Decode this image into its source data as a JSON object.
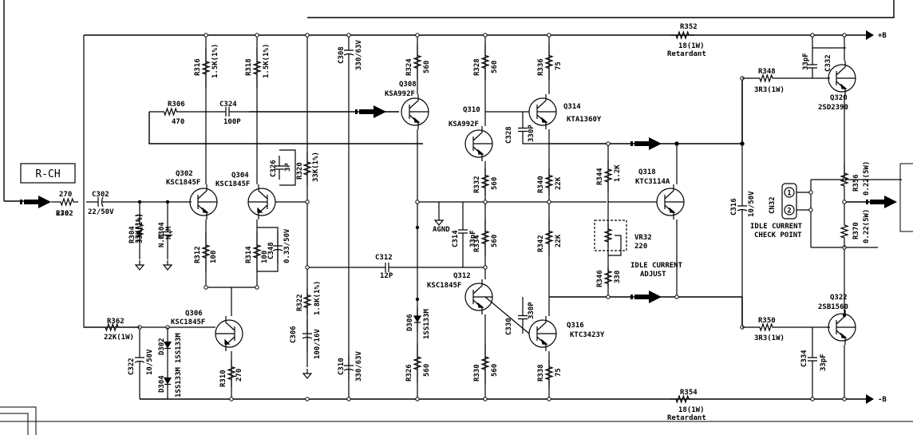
{
  "channel_label": "R-CH",
  "rail_labels": {
    "positive": "+B",
    "negative": "-B"
  },
  "components": [
    {
      "id": "r302",
      "ref": "R302",
      "value": "270"
    },
    {
      "id": "c302",
      "ref": "C302",
      "value": "22/50V"
    },
    {
      "id": "r304",
      "ref": "R304",
      "value": "33K(1%)"
    },
    {
      "id": "c304",
      "ref": "C304",
      "value": "N.M"
    },
    {
      "id": "r306",
      "ref": "R306",
      "value": "470"
    },
    {
      "id": "c324",
      "ref": "C324",
      "value": "100P"
    },
    {
      "id": "r316",
      "ref": "R316",
      "value": "1.5K(1%)"
    },
    {
      "id": "r318",
      "ref": "R318",
      "value": "1.5K(1%)"
    },
    {
      "id": "q302",
      "ref": "Q302",
      "value": "KSC1845F"
    },
    {
      "id": "q304",
      "ref": "Q304",
      "value": "KSC1845F"
    },
    {
      "id": "r312",
      "ref": "R312",
      "value": "100"
    },
    {
      "id": "r314",
      "ref": "R314",
      "value": "100"
    },
    {
      "id": "c348",
      "ref": "C348",
      "value": "0.33/50V"
    },
    {
      "id": "c326",
      "ref": "C326",
      "value": "3P"
    },
    {
      "id": "r320",
      "ref": "R320",
      "value": "33K(1%)"
    },
    {
      "id": "q306",
      "ref": "Q306",
      "value": "KSC1845F"
    },
    {
      "id": "r362",
      "ref": "R362",
      "value": "22K(1W)"
    },
    {
      "id": "c322",
      "ref": "C322",
      "value": "10/50V"
    },
    {
      "id": "d302",
      "ref": "D302",
      "value": "1SS133M"
    },
    {
      "id": "d304",
      "ref": "D304",
      "value": "1SS133M"
    },
    {
      "id": "r310",
      "ref": "R310",
      "value": "270"
    },
    {
      "id": "c308",
      "ref": "C308",
      "value": "330/63V"
    },
    {
      "id": "r322",
      "ref": "R322",
      "value": "1.8K(1%)"
    },
    {
      "id": "c306",
      "ref": "C306",
      "value": "100/16V"
    },
    {
      "id": "c310",
      "ref": "C310",
      "value": "330/63V"
    },
    {
      "id": "c312",
      "ref": "C312",
      "value": "12P"
    },
    {
      "id": "r324",
      "ref": "R324",
      "value": "560"
    },
    {
      "id": "q308",
      "ref": "Q308",
      "value": "KSA992F"
    },
    {
      "id": "r328",
      "ref": "R328",
      "value": "560"
    },
    {
      "id": "q310",
      "ref": "Q310",
      "value": "KSA992F"
    },
    {
      "id": "r332",
      "ref": "R332",
      "value": "560"
    },
    {
      "id": "c314",
      "ref": "C314",
      "value": "33pF"
    },
    {
      "id": "r334",
      "ref": "R334",
      "value": "560"
    },
    {
      "id": "q312",
      "ref": "Q312",
      "value": "KSC1845F"
    },
    {
      "id": "d306",
      "ref": "D306",
      "value": "1SS133M"
    },
    {
      "id": "r326",
      "ref": "R326",
      "value": "560"
    },
    {
      "id": "r330",
      "ref": "R330",
      "value": "560"
    },
    {
      "id": "r336",
      "ref": "R336",
      "value": "75"
    },
    {
      "id": "q314",
      "ref": "Q314",
      "value": "KTA1360Y"
    },
    {
      "id": "c328",
      "ref": "C328",
      "value": "330P"
    },
    {
      "id": "r340",
      "ref": "R340",
      "value": "22K"
    },
    {
      "id": "r342",
      "ref": "R342",
      "value": "22K"
    },
    {
      "id": "c330",
      "ref": "C330",
      "value": "330P"
    },
    {
      "id": "q316",
      "ref": "Q316",
      "value": "KTC3423Y"
    },
    {
      "id": "r338",
      "ref": "R338",
      "value": "75"
    },
    {
      "id": "r344",
      "ref": "R344",
      "value": "1.2K"
    },
    {
      "id": "vr32",
      "ref": "VR32",
      "value": "220"
    },
    {
      "id": "r346",
      "ref": "R346",
      "value": "330"
    },
    {
      "id": "q318",
      "ref": "Q318",
      "value": "KTC3114A"
    },
    {
      "id": "c316",
      "ref": "C316",
      "value": "10/50V"
    },
    {
      "id": "r352",
      "ref": "R352",
      "value": "18(1W)",
      "note": "Retardant"
    },
    {
      "id": "r354",
      "ref": "R354",
      "value": "18(1W)",
      "note": "Retardant"
    },
    {
      "id": "r348",
      "ref": "R348",
      "value": "3R3(1W)"
    },
    {
      "id": "c332",
      "ref": "C332",
      "value": "33pF"
    },
    {
      "id": "q320",
      "ref": "Q320",
      "value": "2SD2390"
    },
    {
      "id": "r350",
      "ref": "R350",
      "value": "3R3(1W)"
    },
    {
      "id": "c334",
      "ref": "C334",
      "value": "33pF"
    },
    {
      "id": "q322",
      "ref": "Q322",
      "value": "2SB1560"
    },
    {
      "id": "r356",
      "ref": "R356",
      "value": "0.22(5W)"
    },
    {
      "id": "r370",
      "ref": "R370",
      "value": "0.22(5W)"
    },
    {
      "id": "cn32",
      "ref": "CN32",
      "value": ""
    }
  ],
  "texts": {
    "agnd": "AGND",
    "idle_check": [
      "IDLE CURRENT",
      "CHECK POINT"
    ],
    "idle_adjust": [
      "IDLE CURRENT",
      "ADJUST"
    ],
    "cn32_pins": [
      "1",
      "2"
    ]
  }
}
